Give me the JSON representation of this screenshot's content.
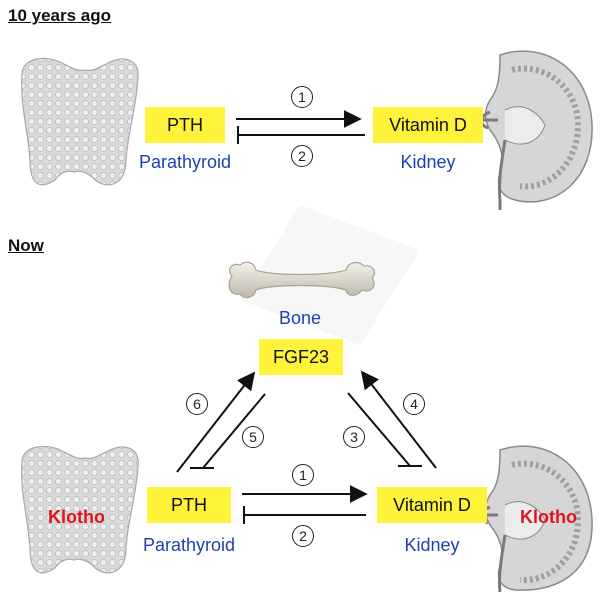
{
  "sections": {
    "past_title": "10 years ago",
    "now_title": "Now"
  },
  "past": {
    "pth": "PTH",
    "vitd": "Vitamin D",
    "parathyroid": "Parathyroid",
    "kidney": "Kidney",
    "step1": "1",
    "step2": "2"
  },
  "now": {
    "bone": "Bone",
    "fgf23": "FGF23",
    "pth": "PTH",
    "vitd": "Vitamin D",
    "parathyroid": "Parathyroid",
    "kidney": "Kidney",
    "klotho_left": "Klotho",
    "klotho_right": "Klotho",
    "step1": "1",
    "step2": "2",
    "step3": "3",
    "step4": "4",
    "step5": "5",
    "step6": "6"
  },
  "colors": {
    "highlight": "#fff23a",
    "organ_label": "#1f3fb4",
    "klotho": "#e0141e"
  }
}
